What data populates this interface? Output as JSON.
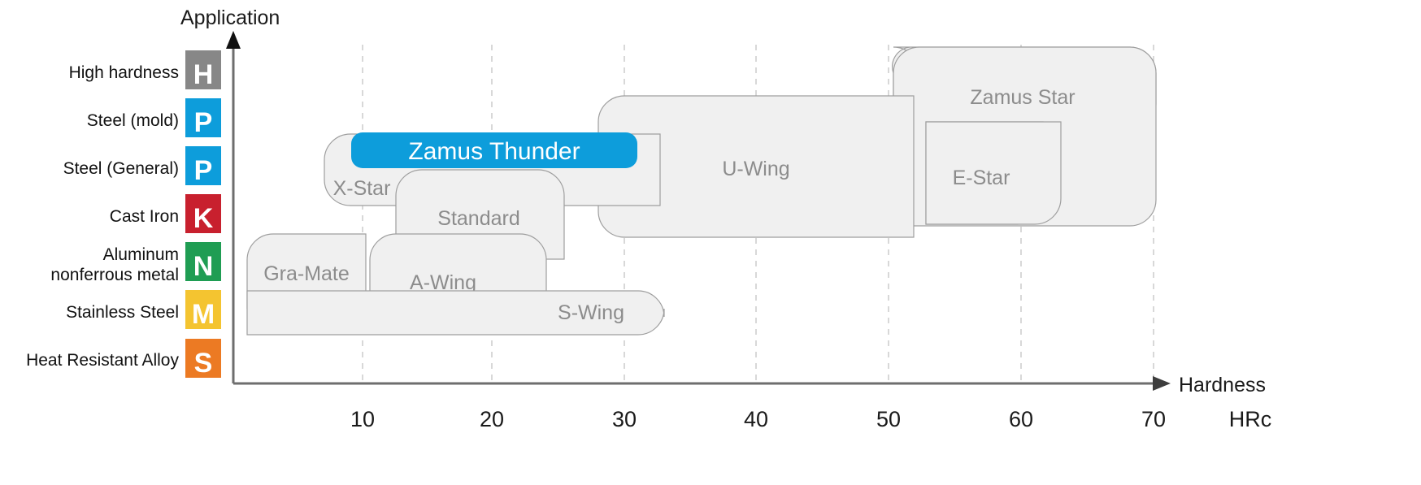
{
  "chart_data": {
    "type": "bar",
    "title": "",
    "xlabel": "Hardness",
    "xunit": "HRc",
    "ylabel": "Application",
    "xlim": [
      0,
      75
    ],
    "xticks": [
      10,
      20,
      30,
      40,
      50,
      60,
      70
    ],
    "xtick_labels": [
      "10",
      "20",
      "30",
      "40",
      "50",
      "60",
      "70"
    ],
    "grid": true,
    "legend": "none",
    "categories": [
      {
        "label": "High hardness",
        "code": "H",
        "color": "#878787"
      },
      {
        "label": "Steel (mold)",
        "code": "P",
        "color": "#0d9ddb"
      },
      {
        "label": "Steel (General)",
        "code": "P",
        "color": "#0d9ddb"
      },
      {
        "label": "Cast Iron",
        "code": "K",
        "color": "#c8202e"
      },
      {
        "label": "Aluminum\nnonferrous metal",
        "code": "N",
        "color": "#1f9d53"
      },
      {
        "label": "Stainless Steel",
        "code": "M",
        "color": "#f4c430"
      },
      {
        "label": "Heat Resistant Alloy",
        "code": "S",
        "color": "#ec7a23"
      }
    ],
    "series": [
      {
        "name": "Zamus Star",
        "x0": 50.0,
        "x1": 73.5,
        "highlight": false
      },
      {
        "name": "U-Wing",
        "x0": 27.5,
        "x1": 50.0,
        "highlight": false
      },
      {
        "name": "E-Star",
        "x0": 53.0,
        "x1": 64.5,
        "highlight": false
      },
      {
        "name": "Zamus Thunder",
        "x0": 10.5,
        "x1": 28.5,
        "highlight": true
      },
      {
        "name": "X-Star",
        "x0": 7.5,
        "x1": 23.0,
        "highlight": false
      },
      {
        "name": "Standard",
        "x0": 12.5,
        "x1": 24.5,
        "highlight": false
      },
      {
        "name": "Gra-Mate",
        "x0": 0.0,
        "x1": 11.5,
        "highlight": false
      },
      {
        "name": "A-Wing",
        "x0": 10.0,
        "x1": 21.0,
        "highlight": false
      },
      {
        "name": "S-Wing",
        "x0": 0.0,
        "x1": 31.0,
        "highlight": false
      }
    ]
  },
  "axes": {
    "y_title": "Application",
    "x_title": "Hardness",
    "x_unit": "HRc"
  },
  "boxes": {
    "zamus_star": "Zamus Star",
    "u_wing": "U-Wing",
    "e_star": "E-Star",
    "zamus_thunder": "Zamus Thunder",
    "x_star": "X-Star",
    "standard": "Standard",
    "gra_mate": "Gra-Mate",
    "a_wing": "A-Wing",
    "s_wing": "S-Wing"
  },
  "ticks": {
    "t10": "10",
    "t20": "20",
    "t30": "30",
    "t40": "40",
    "t50": "50",
    "t60": "60",
    "t70": "70"
  },
  "categories": {
    "c0_label": "High hardness",
    "c0_code": "H",
    "c1_label": "Steel (mold)",
    "c1_code": "P",
    "c2_label": "Steel (General)",
    "c2_code": "P",
    "c3_label": "Cast Iron",
    "c3_code": "K",
    "c4_label_1": "Aluminum",
    "c4_label_2": "nonferrous metal",
    "c4_code": "N",
    "c5_label": "Stainless Steel",
    "c5_code": "M",
    "c6_label": "Heat Resistant Alloy",
    "c6_code": "S"
  },
  "colors": {
    "highlight": "#0d9ddb",
    "box_fill": "#f0f0f0",
    "box_stroke": "#9e9e9e",
    "grid": "#bdbdbd",
    "axis": "#6e6e6e"
  }
}
